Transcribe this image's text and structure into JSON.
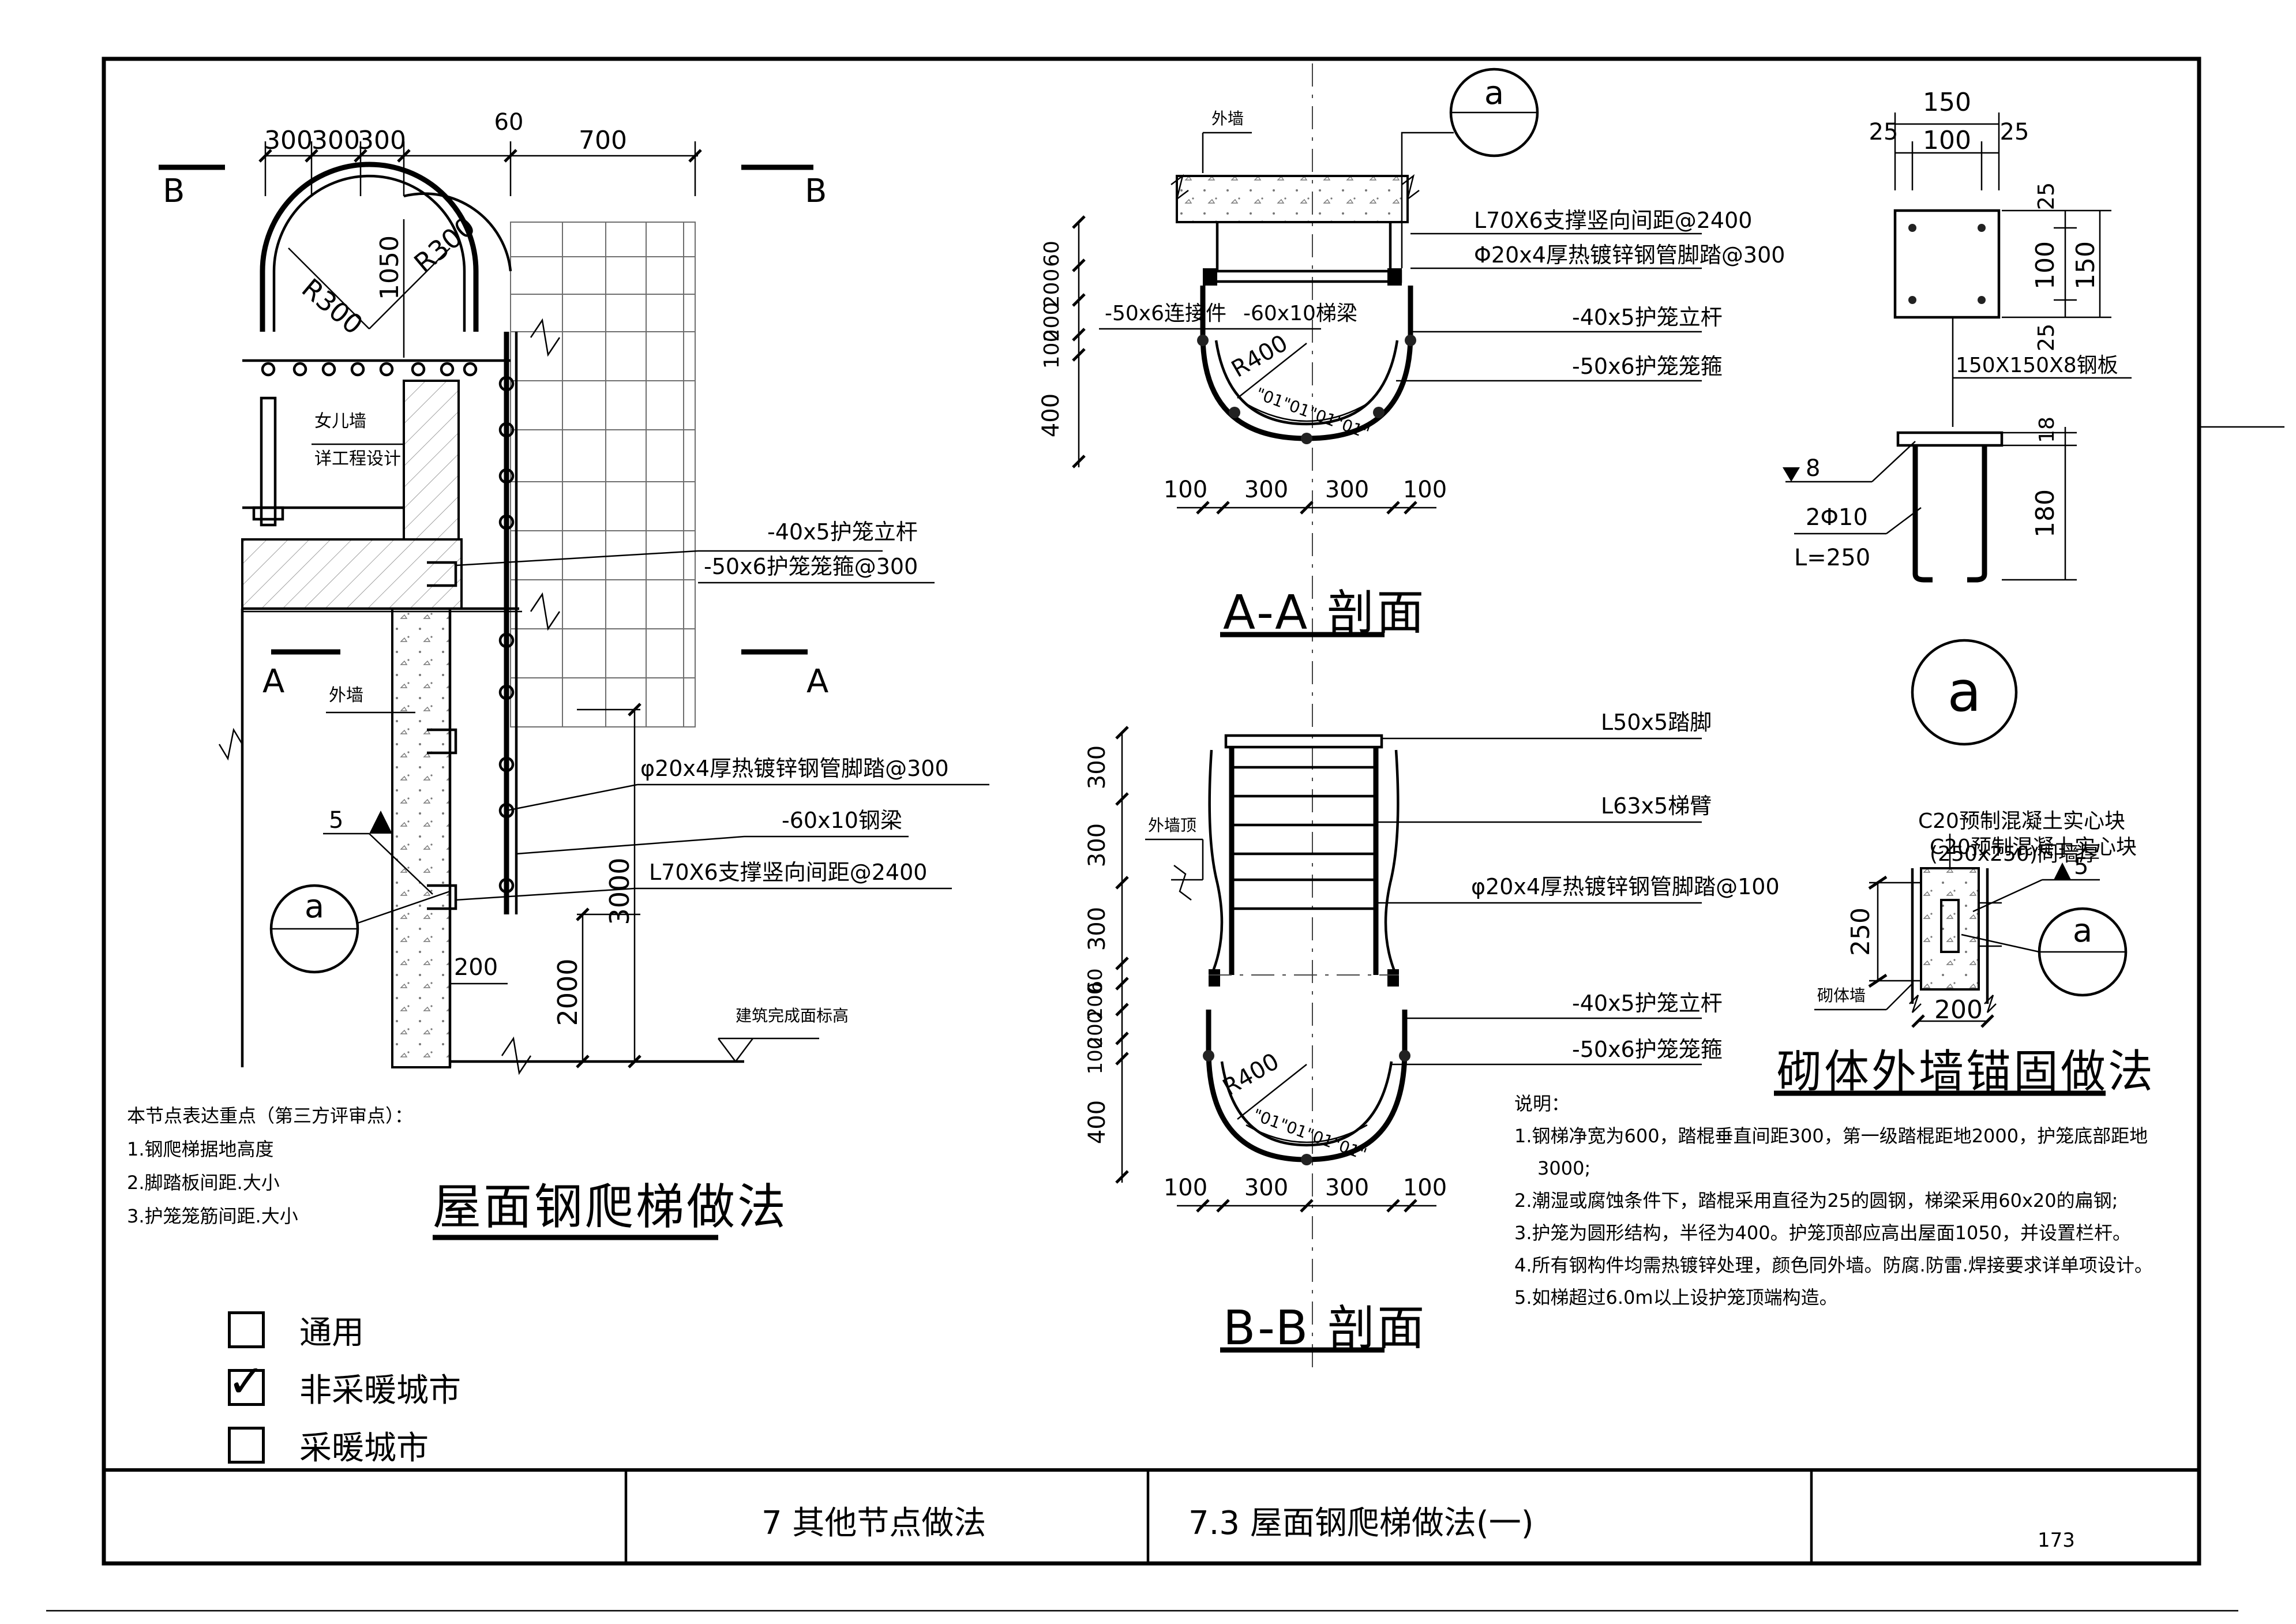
{
  "sheet": {
    "page_number": "173",
    "title_bar": {
      "chapter": "7  其他节点做法",
      "section": "7.3  屋面钢爬梯做法(一)"
    },
    "section_titles": {
      "main": "屋面钢爬梯做法",
      "aa": "A-A 剖面",
      "bb": "B-B 剖面",
      "masonry": "砌体外墙锚固做法"
    }
  },
  "elevation": {
    "top_dims": [
      "300",
      "300",
      "300",
      "60",
      "700"
    ],
    "cut_b": "B",
    "cut_a": "A",
    "radius_labels": [
      "R300",
      "R300"
    ],
    "height_1050": "1050",
    "parapet_note": [
      "女儿墙",
      "详工程设计"
    ],
    "ext_wall": "外墙",
    "callouts": [
      "-40x5护笼立杆",
      "-50x6护笼笼箍@300",
      "φ20x4厚热镀锌钢管脚踏@300",
      "-60x10钢梁",
      "L70X6支撑竖向间距@2400"
    ],
    "weld_size": "5",
    "detail_ref": "a",
    "dims_vertical": [
      "2000",
      "3000"
    ],
    "dim_200": "200",
    "finish_level": "建筑完成面标高"
  },
  "section_aa": {
    "ext_wall": "外墙",
    "detail_ref": "a",
    "callouts": [
      "L70X6支撑竖向间距@2400",
      "Φ20x4厚热镀锌钢管脚踏@300",
      "-40x5护笼立杆",
      "-50x6护笼笼箍"
    ],
    "inner_labels": [
      "-50x6连接件",
      "-60x10梯梁"
    ],
    "radius": "R400",
    "angle_marks": "\"01\"01\"01\"01\"",
    "dims_vertical": [
      "60",
      "200",
      "200",
      "100",
      "400"
    ],
    "dims_bottom": [
      "100",
      "300",
      "300",
      "100"
    ]
  },
  "section_bb": {
    "ext_wall": "外墙顶",
    "callouts": [
      "L50x5踏脚",
      "L63x5梯臂",
      "φ20x4厚热镀锌钢管脚踏@100",
      "-40x5护笼立杆",
      "-50x6护笼笼箍"
    ],
    "radius": "R400",
    "angle_marks": "\"01\"01\"01\"01\"",
    "dims_vertical_top": [
      "300",
      "300",
      "300"
    ],
    "dims_vertical_bottom": [
      "60",
      "200",
      "200",
      "100",
      "400"
    ],
    "dims_bottom": [
      "100",
      "300",
      "300",
      "100"
    ]
  },
  "plate_detail": {
    "dims_top": [
      "150",
      "25",
      "100",
      "25"
    ],
    "dims_right": [
      "25",
      "100",
      "25",
      "150"
    ],
    "plate_label": "150X150X8钢板",
    "weld": "8",
    "bar_label": "2Φ10",
    "length": "L=250",
    "dim_18": "18",
    "dim_180": "180",
    "detail_ref": "a"
  },
  "masonry_detail": {
    "block_label": [
      "C20预制混凝土实心块",
      "(250x250)同墙厚"
    ],
    "weld": "5",
    "dim_250": "250",
    "dim_200": "200",
    "wall_label": "砌体墙",
    "detail_ref": "a"
  },
  "notes_left": {
    "title": "本节点表达重点（第三方评审点）：",
    "items": [
      "1.钢爬梯据地高度",
      "2.脚踏板间距.大小",
      "3.护笼笼筋间距.大小"
    ]
  },
  "notes_right": {
    "title": "说明：",
    "items": [
      "1.钢梯净宽为600，踏棍垂直间距300，第一级踏棍距地2000，护笼底部距地3000;",
      "2.潮湿或腐蚀条件下，踏棍采用直径为25的圆钢，梯梁采用60x20的扁钢;",
      "3.护笼为圆形结构，半径为400。护笼顶部应高出屋面1050，并设置栏杆。",
      "4.所有钢构件均需热镀锌处理，颜色同外墙。防腐.防雷.焊接要求详单项设计。",
      "5.如梯超过6.0m以上设护笼顶端构造。"
    ]
  },
  "legend": {
    "items": [
      {
        "label": "通用",
        "checked": false
      },
      {
        "label": "非采暖城市",
        "checked": true
      },
      {
        "label": "采暖城市",
        "checked": false
      }
    ],
    "check_mark": "✓"
  }
}
